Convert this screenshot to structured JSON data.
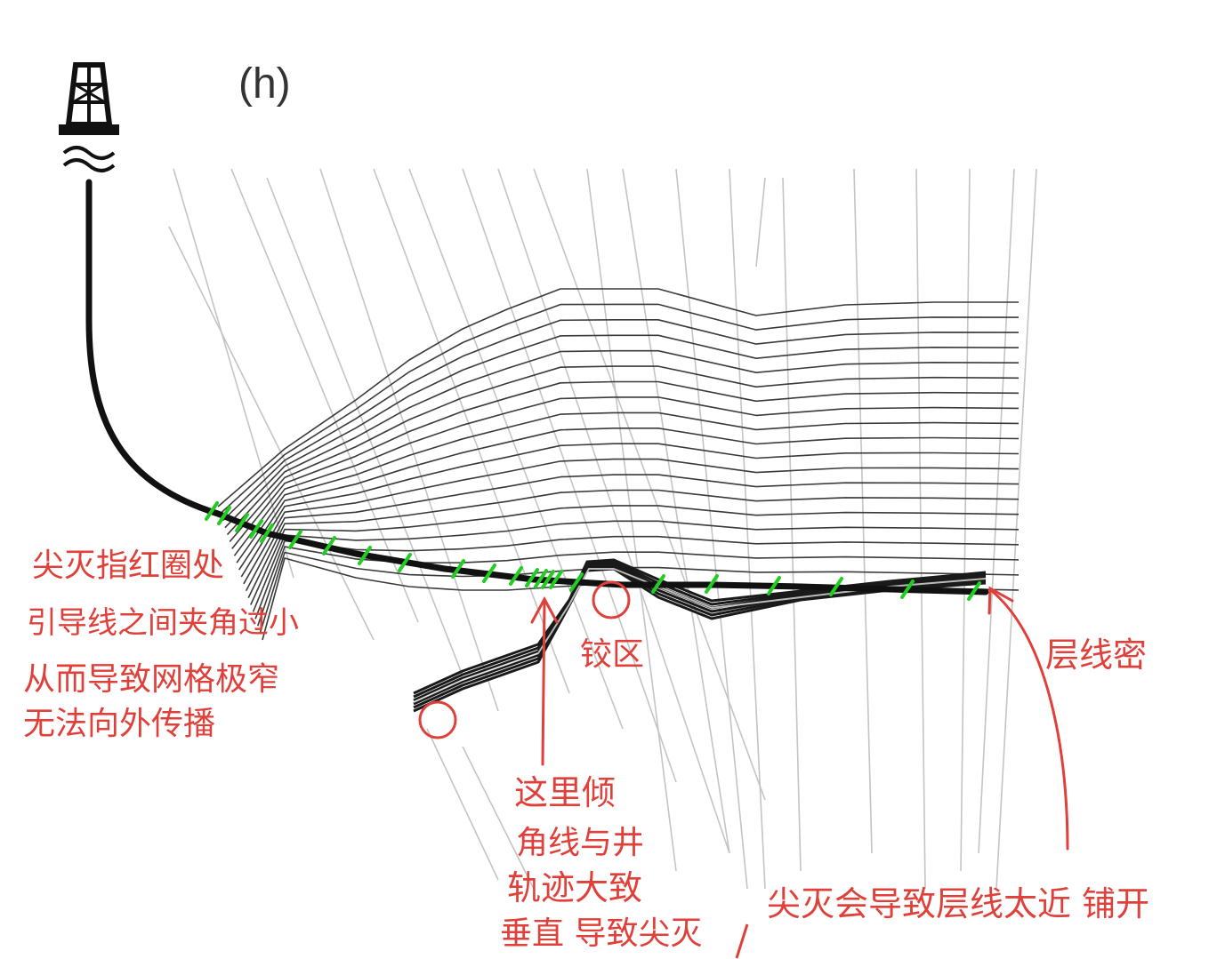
{
  "figure": {
    "panel_label": "(h)",
    "colors": {
      "ray": "#c4c4c4",
      "layer": "#3a3a3a",
      "well": "#111111",
      "marker": "#22cc22",
      "annotation": "#e0403a"
    },
    "icons": {
      "rig": "drilling-rig-icon"
    }
  },
  "annotations": {
    "pinchout_note": [
      "尖灭指红圈处",
      "引导线之间夹角过小",
      "从而导致网格极窄",
      "无法向外传播"
    ],
    "hinge": "铰区",
    "layer_dense": "层线密",
    "dip_note": [
      "这里倾",
      "角线与井",
      "轨迹大致",
      "垂直 导致尖灭"
    ],
    "bottom_note": "尖灭会导致层线太近 铺开"
  }
}
